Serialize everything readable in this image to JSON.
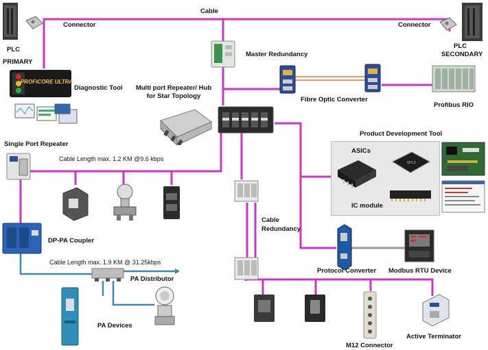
{
  "labels": {
    "cable": "Cable",
    "connector_left": "Connector",
    "connector_right": "Connector",
    "plc_primary_line1": "PLC",
    "plc_primary_line2": "PRIMARY",
    "plc_secondary_line1": "PLC",
    "plc_secondary_line2": "SECONDARY",
    "master_redundancy": "Master Redundancy",
    "diagnostic_tool": "Diagnostic Tool",
    "repeater_hub_line1": "Multi port Repeater/ Hub",
    "repeater_hub_line2": "for Star Topology",
    "fibre_optic_converter": "Fibre Optic Converter",
    "profibus_rio": "Profibus RIO",
    "product_development_tool": "Product Development Tool",
    "asics": "ASICs",
    "ic_module": "IC module",
    "single_port_repeater": "Single Port Repeater",
    "cable_length_1": "Cable Length max. 1.2 KM @9.6 kbps",
    "cable_redundancy_line1": "Cable",
    "cable_redundancy_line2": "Redundancy",
    "dp_pa_coupler": "DP-PA Coupler",
    "cable_length_2": "Cable Length max. 1.9 KM @ 31.25kbps",
    "pa_distributor": "PA Distributor",
    "pa_devices": "PA Devices",
    "protocol_converter": "Protocol Converter",
    "modbus_rtu_device": "Modbus RTU Device",
    "m12_connector": "M12 Connector",
    "active_terminator": "Active Terminator"
  },
  "device_logo": "PROFICORE ULTRA",
  "colors": {
    "profibus_cable": "#cc33cc",
    "pa_cable": "#3a8ab0",
    "fibre": "#e07a3a",
    "modbus_cable": "#999999",
    "dev_panel": "#e8e8e8"
  }
}
